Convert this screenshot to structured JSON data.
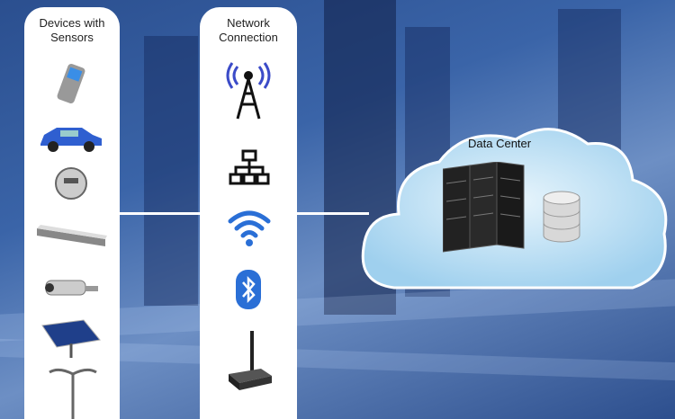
{
  "panels": {
    "devices": {
      "title_line1": "Devices with",
      "title_line2": "Sensors"
    },
    "network": {
      "title_line1": "Network",
      "title_line2": "Connection"
    }
  },
  "cloud": {
    "title": "Data Center"
  },
  "colors": {
    "background": "#3a64a8",
    "panel": "#ffffff",
    "cloud": "#bfe0f5",
    "wireless": "#2a6fd6"
  }
}
